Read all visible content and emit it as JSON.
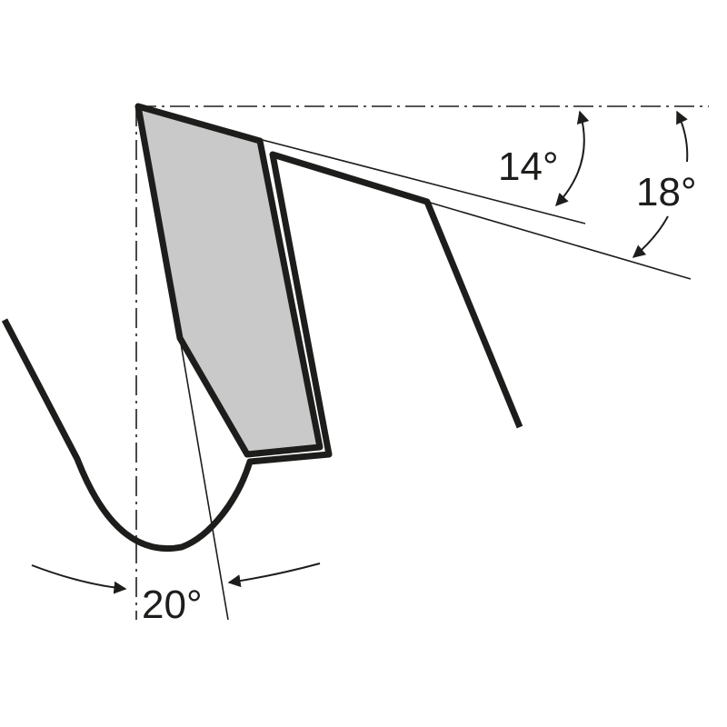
{
  "colors": {
    "ink": "#1d1d1b",
    "carbide_fill": "#c9c9c9",
    "background": "#ffffff"
  },
  "labels": {
    "clearance_top": "14°",
    "clearance_side": "18°",
    "hook_angle": "20°"
  }
}
